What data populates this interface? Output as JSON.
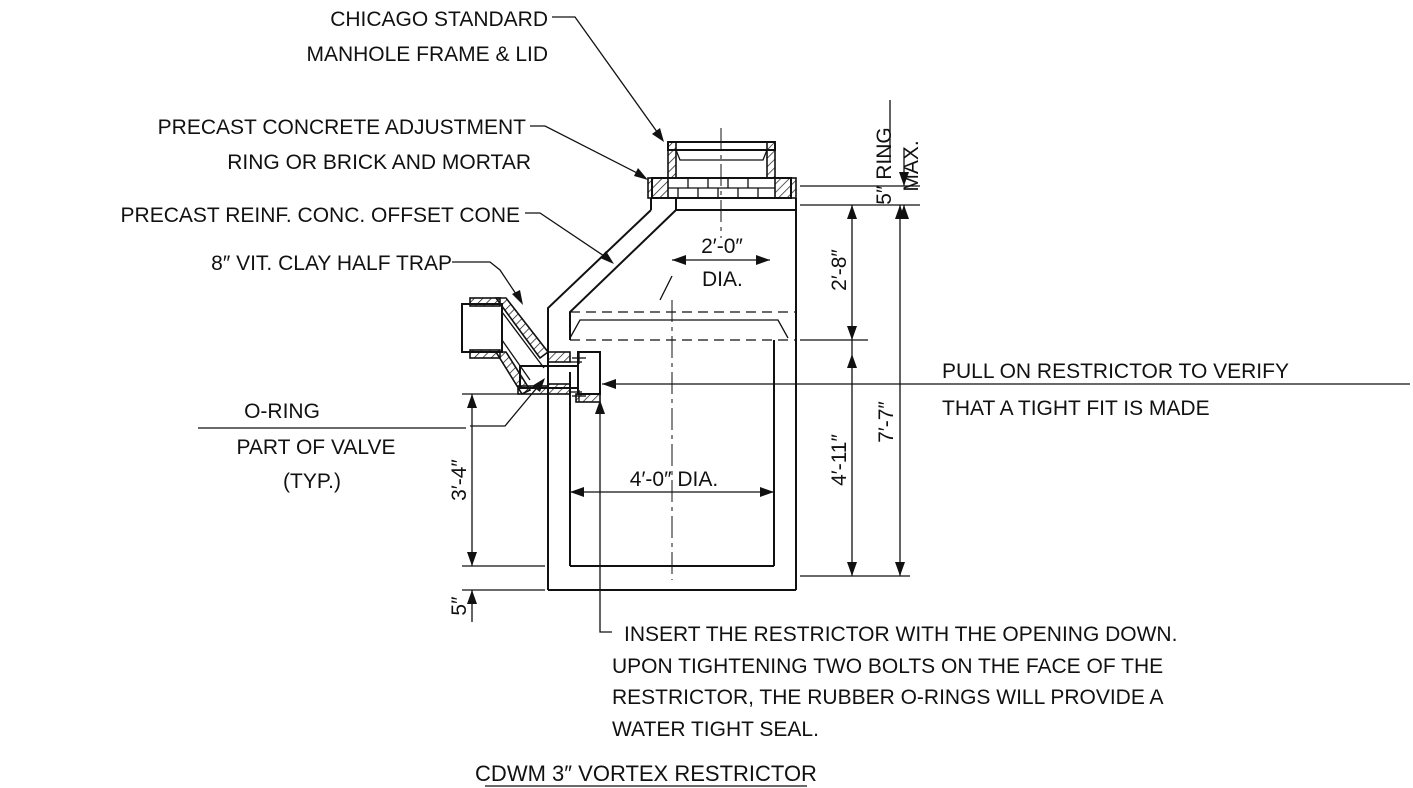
{
  "labels": {
    "frame_lid_line1": "CHICAGO STANDARD",
    "frame_lid_line2": "MANHOLE FRAME & LID",
    "adjustment_line1": "PRECAST CONCRETE ADJUSTMENT",
    "adjustment_line2": "RING OR BRICK AND MORTAR",
    "offset_cone": "PRECAST REINF. CONC. OFFSET CONE",
    "half_trap": "8″ VIT.  CLAY HALF TRAP",
    "oring_line1": "O-RING",
    "oring_line2": "PART OF VALVE",
    "oring_line3": "(TYP.)",
    "pull_line1": "PULL ON RESTRICTOR TO VERIFY",
    "pull_line2": "THAT A TIGHT FIT IS MADE",
    "insert_line1": "INSERT THE RESTRICTOR WITH THE OPENING DOWN.",
    "insert_line2": "UPON TIGHTENING TWO BOLTS ON THE FACE OF THE",
    "insert_line3": "RESTRICTOR, THE RUBBER O-RINGS WILL PROVIDE A",
    "insert_line4": "WATER TIGHT SEAL."
  },
  "dimensions": {
    "ring_max_1": "5″ RING",
    "ring_max_2": "MAX.",
    "opening_dia_1": "2′-0″",
    "opening_dia_2": "DIA.",
    "cone_height": "2′-8″",
    "barrel_height": "4′-11″",
    "total_height": "7′-7″",
    "barrel_dia": "4′-0″ DIA.",
    "invert_height": "3′-4″",
    "base_thickness": "5″"
  },
  "title": "CDWM 3″ VORTEX RESTRICTOR"
}
